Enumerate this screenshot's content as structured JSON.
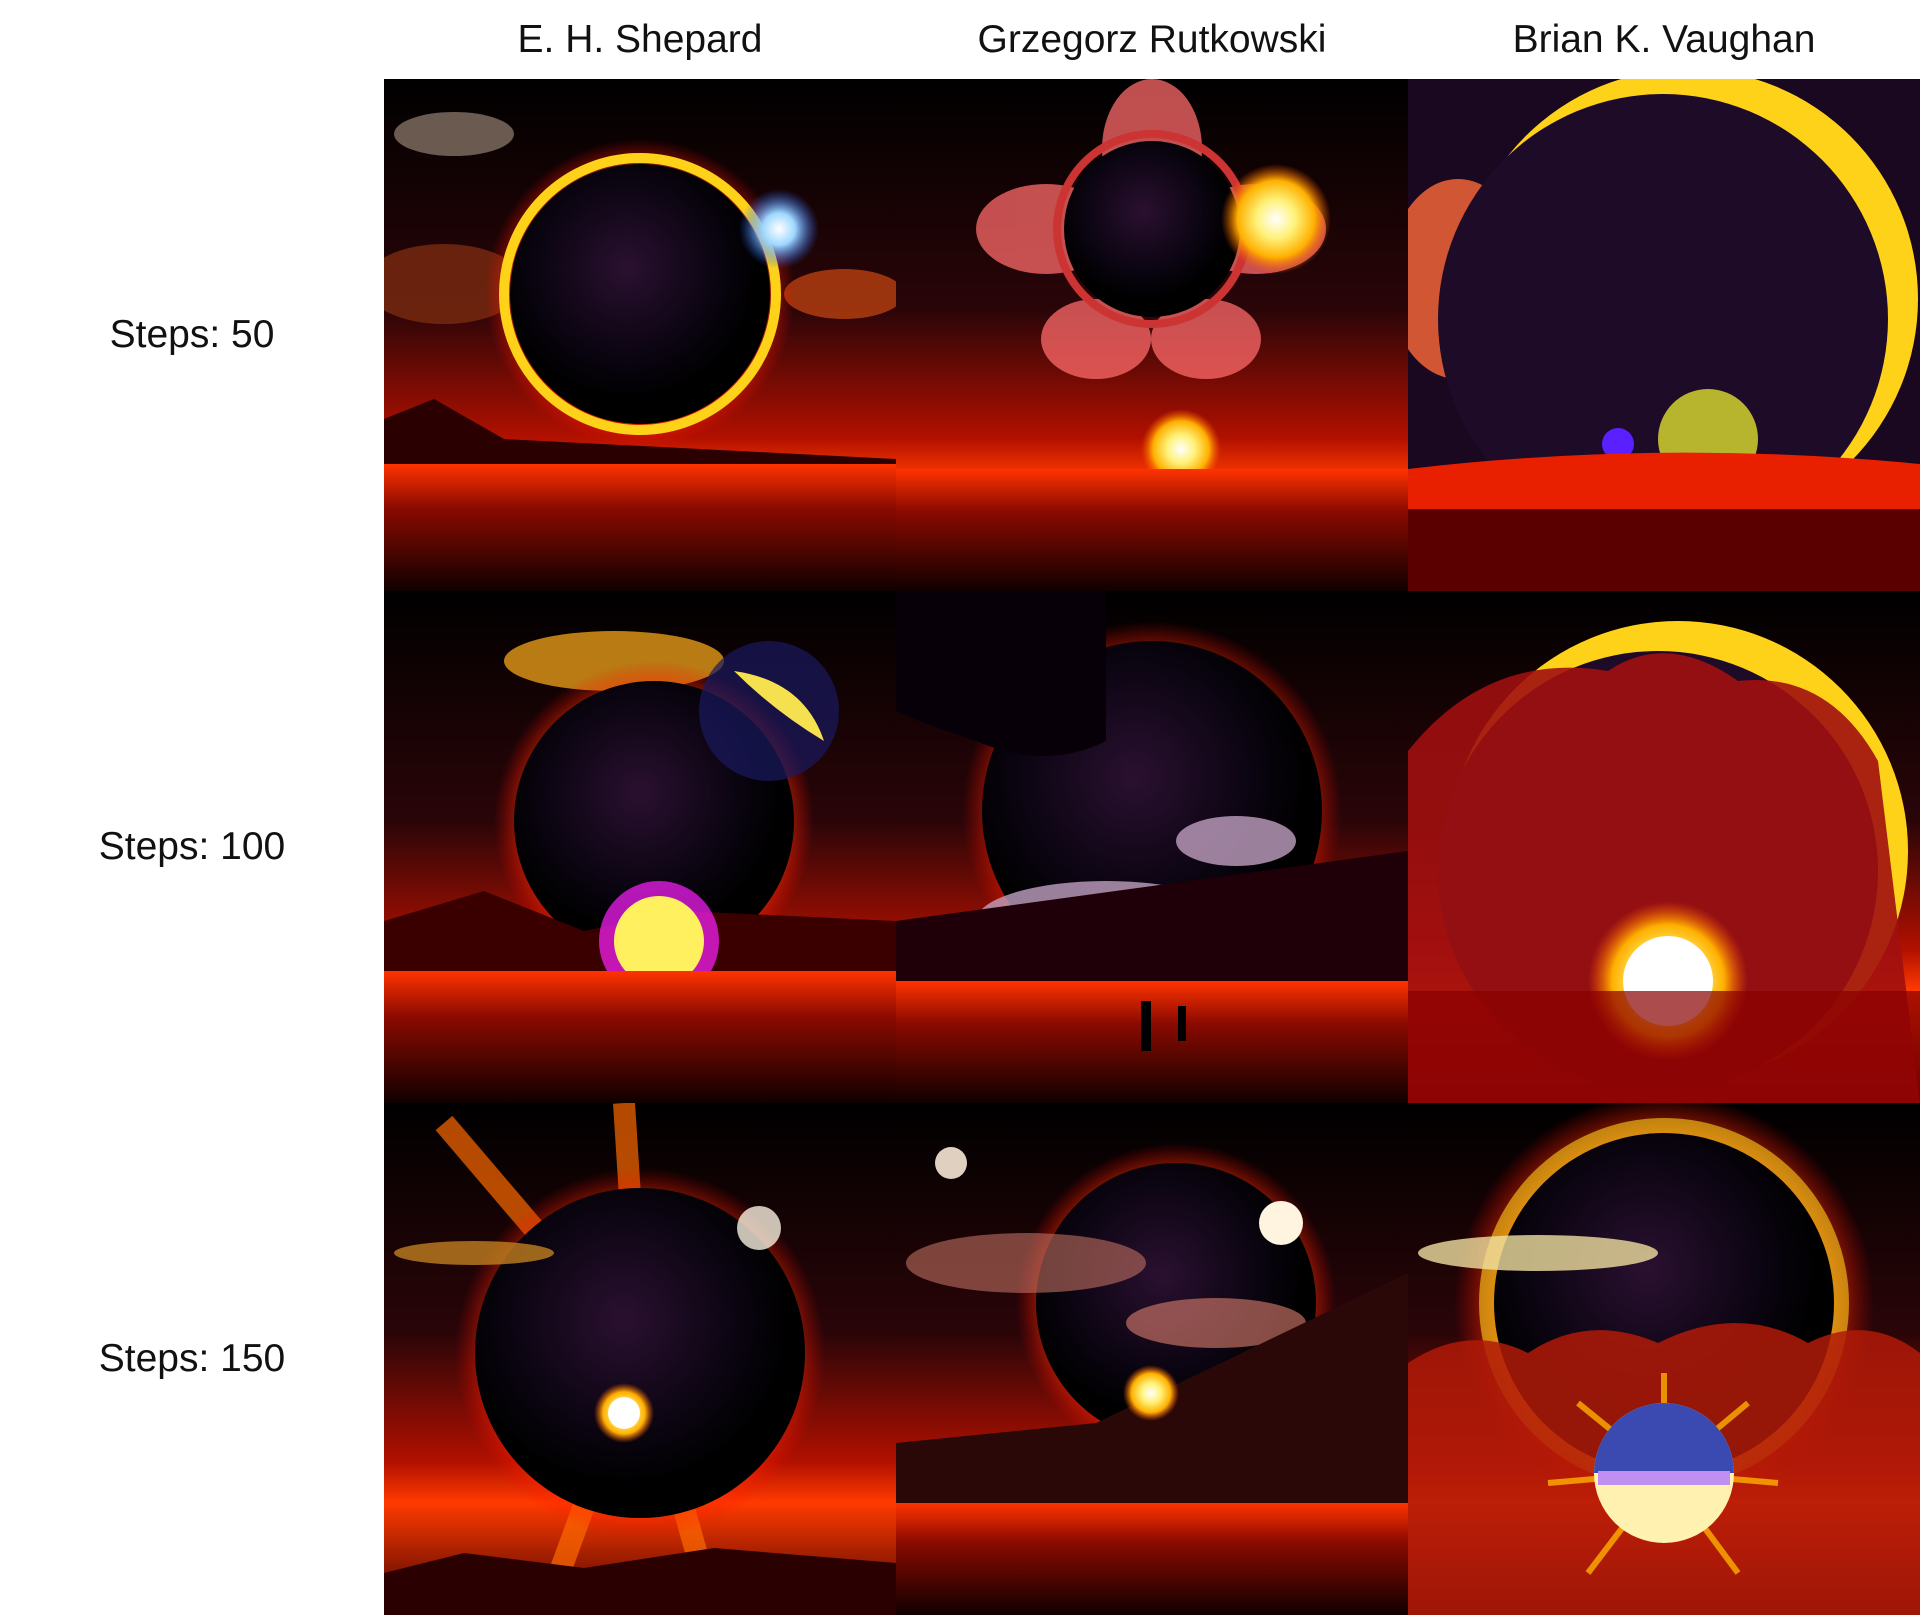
{
  "columns": [
    {
      "label": "E. H. Shepard"
    },
    {
      "label": "Grzegorz Rutkowski"
    },
    {
      "label": "Brian K. Vaughan"
    }
  ],
  "rows": [
    {
      "label": "Steps: 50"
    },
    {
      "label": "Steps: 100"
    },
    {
      "label": "Steps: 150"
    }
  ],
  "palette": {
    "background": "#ffffff",
    "sky": "#000000",
    "glow_red": "#ff2200",
    "glow_orange": "#ff8800",
    "glow_yellow": "#ffe34d",
    "water": "#8a0a00"
  },
  "image_description": "3x3 grid of generated eclipse sunset artworks"
}
